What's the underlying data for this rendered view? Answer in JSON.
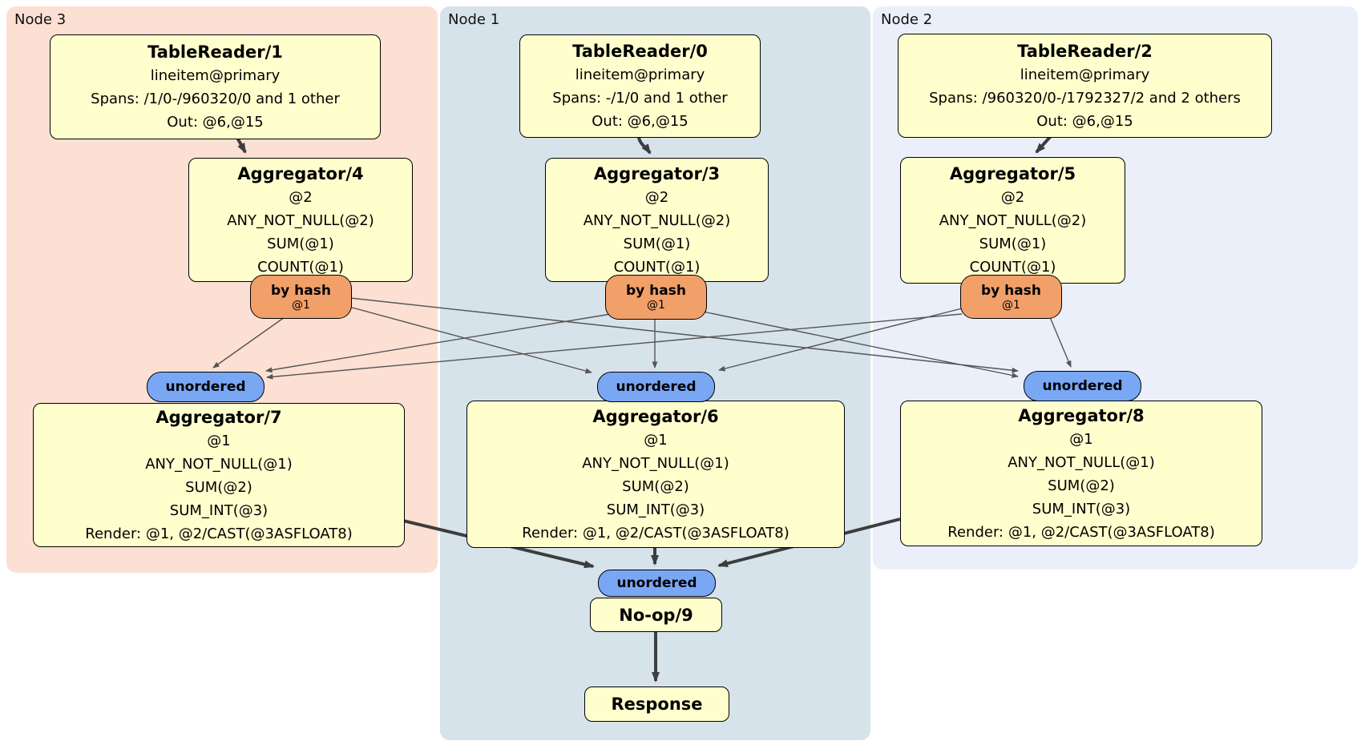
{
  "regions": [
    {
      "id": "node3",
      "label": "Node 3"
    },
    {
      "id": "node1",
      "label": "Node 1"
    },
    {
      "id": "node2",
      "label": "Node 2"
    }
  ],
  "processors": {
    "tr1": {
      "title": "TableReader/1",
      "lines": [
        "lineitem@primary",
        "Spans: /1/0-/960320/0 and 1 other",
        "Out: @6,@15"
      ]
    },
    "tr0": {
      "title": "TableReader/0",
      "lines": [
        "lineitem@primary",
        "Spans: -/1/0 and 1 other",
        "Out: @6,@15"
      ]
    },
    "tr2": {
      "title": "TableReader/2",
      "lines": [
        "lineitem@primary",
        "Spans: /960320/0-/1792327/2 and 2 others",
        "Out: @6,@15"
      ]
    },
    "agg4": {
      "title": "Aggregator/4",
      "lines": [
        "@2",
        "ANY_NOT_NULL(@2)",
        "SUM(@1)",
        "COUNT(@1)"
      ]
    },
    "agg3": {
      "title": "Aggregator/3",
      "lines": [
        "@2",
        "ANY_NOT_NULL(@2)",
        "SUM(@1)",
        "COUNT(@1)"
      ]
    },
    "agg5": {
      "title": "Aggregator/5",
      "lines": [
        "@2",
        "ANY_NOT_NULL(@2)",
        "SUM(@1)",
        "COUNT(@1)"
      ]
    },
    "agg7": {
      "title": "Aggregator/7",
      "lines": [
        "@1",
        "ANY_NOT_NULL(@1)",
        "SUM(@2)",
        "SUM_INT(@3)",
        "Render: @1, @2/CAST(@3ASFLOAT8)"
      ]
    },
    "agg6": {
      "title": "Aggregator/6",
      "lines": [
        "@1",
        "ANY_NOT_NULL(@1)",
        "SUM(@2)",
        "SUM_INT(@3)",
        "Render: @1, @2/CAST(@3ASFLOAT8)"
      ]
    },
    "agg8": {
      "title": "Aggregator/8",
      "lines": [
        "@1",
        "ANY_NOT_NULL(@1)",
        "SUM(@2)",
        "SUM_INT(@3)",
        "Render: @1, @2/CAST(@3ASFLOAT8)"
      ]
    },
    "noop": {
      "title": "No-op/9"
    },
    "response": {
      "title": "Response"
    }
  },
  "routers": {
    "r4": {
      "label": "by hash",
      "key": "@1"
    },
    "r3": {
      "label": "by hash",
      "key": "@1"
    },
    "r5": {
      "label": "by hash",
      "key": "@1"
    }
  },
  "syncs": [
    {
      "label": "unordered"
    },
    {
      "label": "unordered"
    },
    {
      "label": "unordered"
    },
    {
      "label": "unordered"
    }
  ],
  "connections": [
    {
      "from": "TableReader/1",
      "to": "Aggregator/4"
    },
    {
      "from": "TableReader/0",
      "to": "Aggregator/3"
    },
    {
      "from": "TableReader/2",
      "to": "Aggregator/5"
    },
    {
      "from": "Aggregator/4 by hash",
      "to": "unordered/Aggregator/7"
    },
    {
      "from": "Aggregator/4 by hash",
      "to": "unordered/Aggregator/6"
    },
    {
      "from": "Aggregator/4 by hash",
      "to": "unordered/Aggregator/8"
    },
    {
      "from": "Aggregator/3 by hash",
      "to": "unordered/Aggregator/7"
    },
    {
      "from": "Aggregator/3 by hash",
      "to": "unordered/Aggregator/6"
    },
    {
      "from": "Aggregator/3 by hash",
      "to": "unordered/Aggregator/8"
    },
    {
      "from": "Aggregator/5 by hash",
      "to": "unordered/Aggregator/7"
    },
    {
      "from": "Aggregator/5 by hash",
      "to": "unordered/Aggregator/6"
    },
    {
      "from": "Aggregator/5 by hash",
      "to": "unordered/Aggregator/8"
    },
    {
      "from": "Aggregator/7",
      "to": "unordered/No-op/9"
    },
    {
      "from": "Aggregator/6",
      "to": "unordered/No-op/9"
    },
    {
      "from": "Aggregator/8",
      "to": "unordered/No-op/9"
    },
    {
      "from": "No-op/9",
      "to": "Response"
    }
  ],
  "colors": {
    "processor_fill": "#FFFFCE",
    "router_fill": "#F2A06A",
    "sync_fill": "#79A7F4",
    "region_node3": "#FCE0D3",
    "region_node1": "#D7E3EA",
    "region_node2": "#EAEFFA",
    "edge": "#3d3d3d"
  }
}
